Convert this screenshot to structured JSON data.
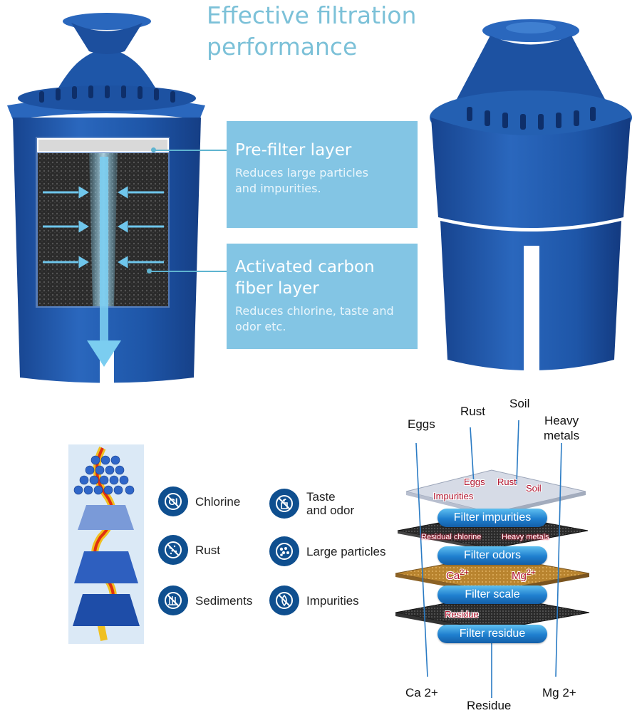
{
  "title": [
    "Effective filtration",
    "performance"
  ],
  "prefilter": {
    "heading": "Pre-filter layer",
    "description": [
      "Reduces large particles",
      "and impurities."
    ]
  },
  "carbon": {
    "heading": [
      "Activated carbon",
      "fiber layer"
    ],
    "description": [
      "Reduces chlorine, taste and",
      "odor etc."
    ]
  },
  "features": [
    {
      "label": [
        "Chlorine"
      ],
      "icon": "chlorine-icon"
    },
    {
      "label": [
        "Taste",
        "and odor"
      ],
      "icon": "taste-odor-icon"
    },
    {
      "label": [
        "Rust"
      ],
      "icon": "rust-icon"
    },
    {
      "label": [
        "Large particles"
      ],
      "icon": "large-particles-icon"
    },
    {
      "label": [
        "Sediments"
      ],
      "icon": "sediments-icon"
    },
    {
      "label": [
        "Impurities"
      ],
      "icon": "impurities-icon"
    }
  ],
  "inputs": {
    "eggs": "Eggs",
    "rust": "Rust",
    "soil": "Soil",
    "heavy_metals": [
      "Heavy",
      "metals"
    ]
  },
  "layer_tags": {
    "eggs": "Eggs",
    "rust": "Rust",
    "soil": "Soil",
    "impurities": "Impurities",
    "residual_chlorine": "Residual chlorine",
    "heavy_metals": "Heavy metals",
    "ca": "Ca",
    "ca_charge": "2+",
    "mg": "Mg",
    "mg_charge": "2+",
    "residue": "Residue"
  },
  "pills": [
    "Filter impurities",
    "Filter odors",
    "Filter scale",
    "Filter residue"
  ],
  "outputs": {
    "ca": "Ca 2+",
    "residue": "Residue",
    "mg": "Mg 2+"
  },
  "colors": {
    "accent": "#83c5e4",
    "title": "#7cc1d8",
    "cartridge": "#1e56a8",
    "icon_bg": "#0f4f8f"
  }
}
